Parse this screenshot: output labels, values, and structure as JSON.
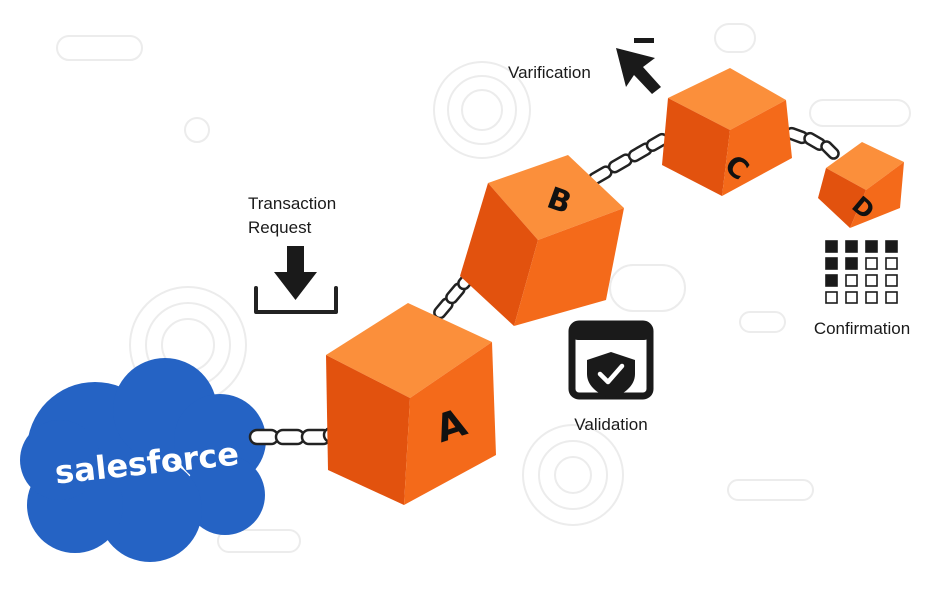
{
  "brand": {
    "name": "salesforce"
  },
  "labels": {
    "transaction_line1": "Transaction",
    "transaction_line2": "Request",
    "verification": "Varification",
    "validation": "Validation",
    "confirmation": "Confirmation"
  },
  "blocks": {
    "a": "A",
    "b": "B",
    "c": "C",
    "d": "D"
  },
  "colors": {
    "brand_blue": "#2563c4",
    "cube_front": "#f46a1a",
    "cube_top": "#fb8f3b",
    "cube_side": "#e2520e",
    "chain": "#ffffff",
    "ink": "#1a1a1a",
    "deco": "#eeeeee"
  },
  "icons": {
    "transaction": "tray-download-icon",
    "verification": "cursor-arrow-icon",
    "validation": "shield-check-window-icon",
    "confirmation": "checkbox-grid-icon"
  }
}
